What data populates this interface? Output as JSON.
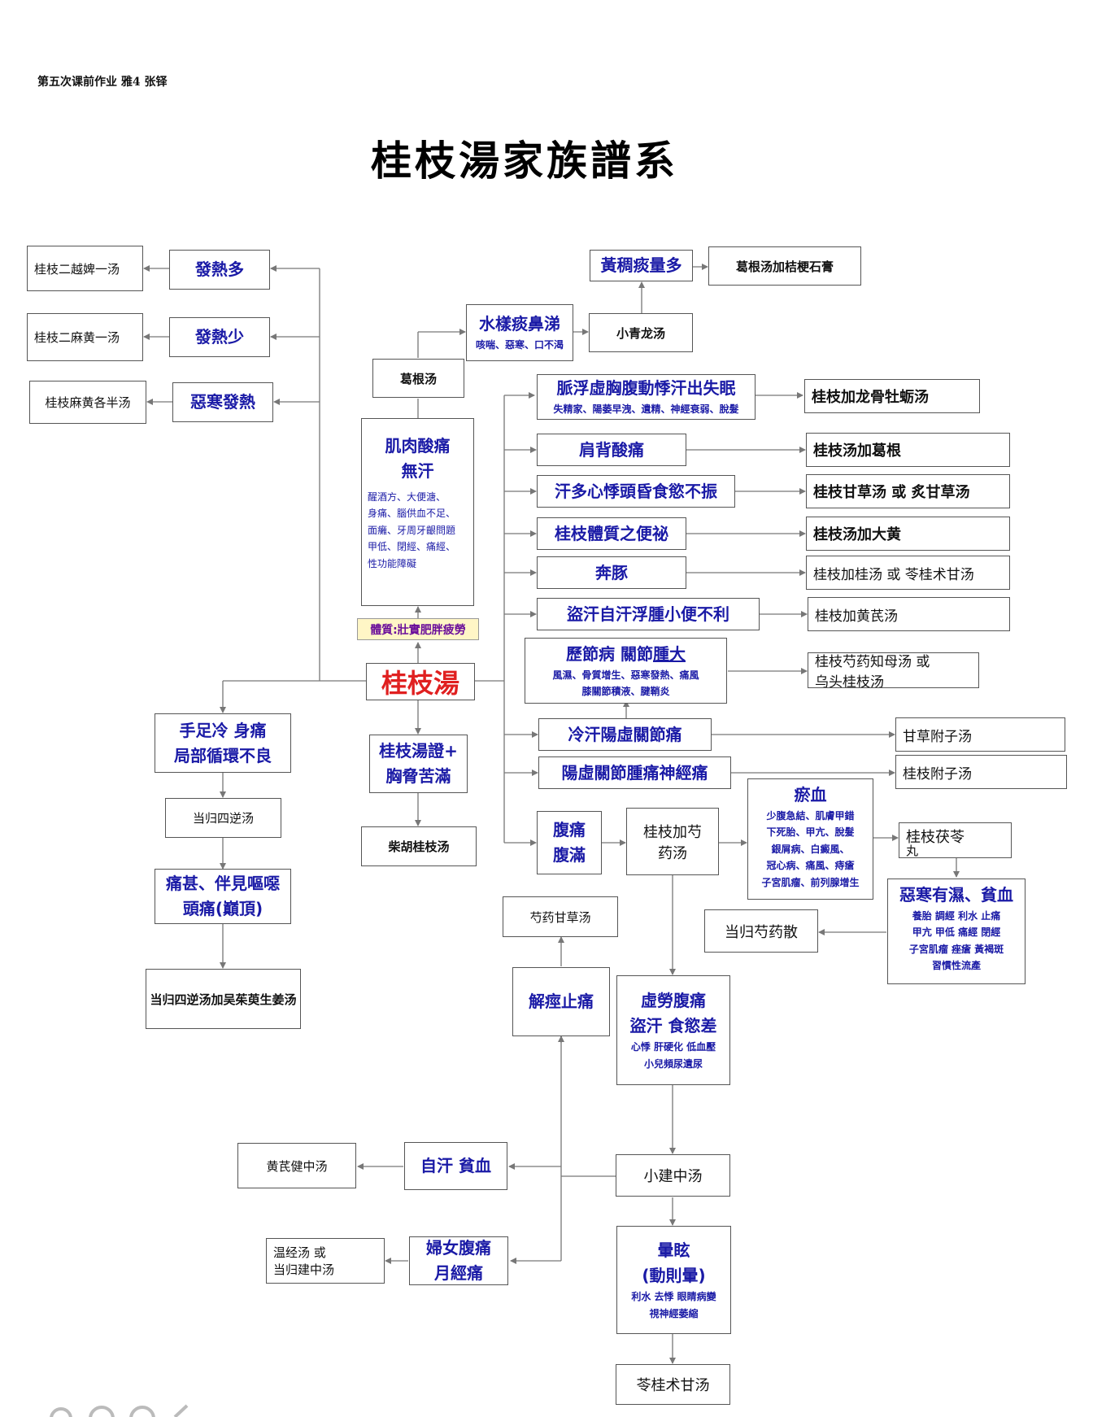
{
  "header": "第五次课前作业  雅4 张铎",
  "title": "桂枝湯家族譜系",
  "center": "桂枝湯",
  "physique": "體質:壯實肥胖疲勞",
  "left": {
    "fever_much": "發熱多",
    "r1": "桂枝二越婢一汤",
    "fever_less": "發熱少",
    "r2": "桂枝二麻黄一汤",
    "chills_fever": "惡寒發熱",
    "r3": "桂枝麻黄各半汤",
    "cold_limbs": [
      "手足冷 身痛",
      "局部循環不良"
    ],
    "danggui_sini": "当归四逆汤",
    "severe_pain": [
      "痛甚、伴見嘔噁",
      "頭痛(巔頂)"
    ],
    "danggui_sini_plus": "当归四逆汤加吴茱萸生姜汤"
  },
  "top": {
    "yellow_phlegm": "黃稠痰量多",
    "gegen_plus": "葛根汤加桔梗石膏",
    "watery_phlegm": "水樣痰鼻涕",
    "watery_sub": "咳喘、惡寒、口不渴",
    "xiaoqinglong": "小青龙汤",
    "gegen": "葛根汤"
  },
  "muscle": {
    "title": [
      "肌肉酸痛",
      "無汗"
    ],
    "details": [
      "醒酒方、大便溏、",
      "身痛、腦供血不足、",
      "面癱、牙周牙齦問題",
      "甲低、閉經、痛經、",
      "性功能障礙"
    ]
  },
  "bottom_center": {
    "syndrome": [
      "桂枝湯證+",
      "胸脅苦滿"
    ],
    "chaihu": "柴胡桂枝汤"
  },
  "right": {
    "r1_title": "脈浮虛胸腹動悸汗出失眠",
    "r1_sub": "失精家、陽萎早洩、遺精、神經衰弱、脫髮",
    "r1_out": "桂枝加龙骨牡蛎汤",
    "r2_title": "肩背酸痛",
    "r2_out": "桂枝汤加葛根",
    "r3_title": "汗多心悸頭昏食慾不振",
    "r3_out": "桂枝甘草汤  或  炙甘草汤",
    "r4_title": "桂枝體質之便祕",
    "r4_out": "桂枝汤加大黄",
    "r5_title": "奔豚",
    "r5_out": "桂枝加桂汤  或  苓桂术甘汤",
    "r6_title": "盜汗自汗浮腫小便不利",
    "r6_out": "桂枝加黄芪汤",
    "r7_title_a": "歷節病 關節",
    "r7_title_b": "腫大",
    "r7_sub": [
      "風濕、骨質增生、惡寒發熱、痛風",
      "膝關節積液、腱鞘炎"
    ],
    "r7_out": [
      "桂枝芍药知母汤  或",
      "乌头桂枝汤"
    ],
    "r8_title": "冷汗陽虛關節痛",
    "r8_out": "甘草附子汤",
    "r9_title": "陽虛關節腫痛神經痛",
    "r9_out": "桂枝附子汤"
  },
  "abdomen": {
    "pain": [
      "腹痛",
      "腹滿"
    ],
    "guizhi_shaoyao": [
      "桂枝加芍",
      "药汤"
    ],
    "stasis_title": "瘀血",
    "stasis_sub": [
      "少腹急結、肌膚甲錯",
      "下死胎、甲亢、脫髮",
      "銀屑病、白癜風、",
      "冠心病、痛風、痔瘡",
      "子宮肌瘤、前列腺增生"
    ],
    "fuling": [
      "桂枝茯苓",
      "丸"
    ],
    "cold_damp_title": "惡寒有濕、貧血",
    "cold_damp_sub": [
      "養胎 調經 利水 止痛",
      "甲亢 甲低 痛經 閉經",
      "子宮肌瘤 痤瘡 黃褐斑",
      "習慣性流產"
    ],
    "danggui_shaoyao": "当归芍药散",
    "shaoyao_gancao": "芍药甘草汤",
    "spasm": "解痙止痛",
    "xulao": [
      "虛勞腹痛",
      "盜汗 食慾差"
    ],
    "xulao_sub": [
      "心悸  肝硬化 低血壓",
      "小兒頻尿遺尿"
    ],
    "xiaojianzhong": "小建中汤",
    "sweat_anemia": "自汗  貧血",
    "huangqi_jianzhong": "黄芪健中汤",
    "women_pain": [
      "婦女腹痛",
      "月經痛"
    ],
    "wenjing": [
      "温经汤       或",
      "当归建中汤"
    ],
    "dizzy_title": [
      "暈眩",
      "(動則暈)"
    ],
    "dizzy_sub": [
      "利水 去悸 眼睛病變",
      "視神經萎縮"
    ],
    "linggui": "苓桂术甘汤"
  }
}
